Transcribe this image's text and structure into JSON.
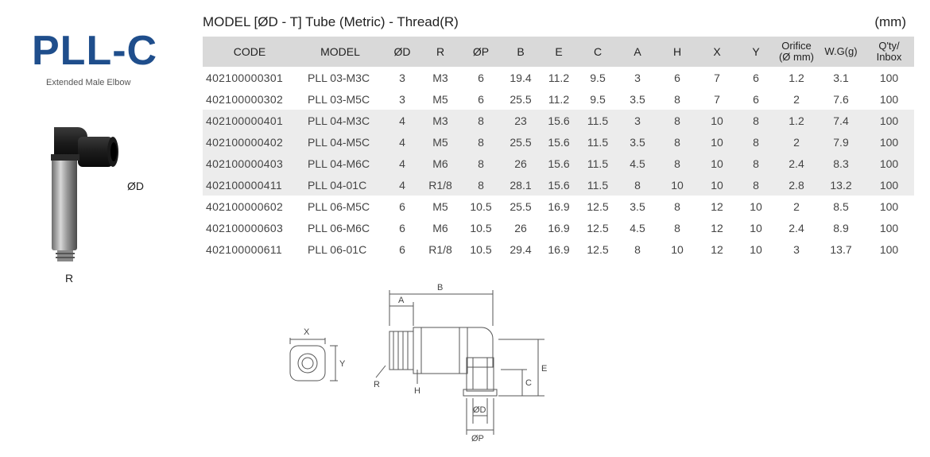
{
  "brand": {
    "title": "PLL-C",
    "subtitle": "Extended Male Elbow"
  },
  "photo_labels": {
    "od": "ØD",
    "r": "R"
  },
  "header": {
    "model_line": "MODEL [ØD - T]  Tube (Metric) - Thread(R)",
    "unit": "(mm)"
  },
  "table": {
    "columns": [
      "CODE",
      "MODEL",
      "ØD",
      "R",
      "ØP",
      "B",
      "E",
      "C",
      "A",
      "H",
      "X",
      "Y",
      "Orifice (Ø mm)",
      "W.G(g)",
      "Q'ty/ Inbox"
    ],
    "rows": [
      [
        "402100000301",
        "PLL 03-M3C",
        "3",
        "M3",
        "6",
        "19.4",
        "11.2",
        "9.5",
        "3",
        "6",
        "7",
        "6",
        "1.2",
        "3.1",
        "100"
      ],
      [
        "402100000302",
        "PLL 03-M5C",
        "3",
        "M5",
        "6",
        "25.5",
        "11.2",
        "9.5",
        "3.5",
        "8",
        "7",
        "6",
        "2",
        "7.6",
        "100"
      ],
      [
        "402100000401",
        "PLL 04-M3C",
        "4",
        "M3",
        "8",
        "23",
        "15.6",
        "11.5",
        "3",
        "8",
        "10",
        "8",
        "1.2",
        "7.4",
        "100"
      ],
      [
        "402100000402",
        "PLL 04-M5C",
        "4",
        "M5",
        "8",
        "25.5",
        "15.6",
        "11.5",
        "3.5",
        "8",
        "10",
        "8",
        "2",
        "7.9",
        "100"
      ],
      [
        "402100000403",
        "PLL 04-M6C",
        "4",
        "M6",
        "8",
        "26",
        "15.6",
        "11.5",
        "4.5",
        "8",
        "10",
        "8",
        "2.4",
        "8.3",
        "100"
      ],
      [
        "402100000411",
        "PLL 04-01C",
        "4",
        "R1/8",
        "8",
        "28.1",
        "15.6",
        "11.5",
        "8",
        "10",
        "10",
        "8",
        "2.8",
        "13.2",
        "100"
      ],
      [
        "402100000602",
        "PLL 06-M5C",
        "6",
        "M5",
        "10.5",
        "25.5",
        "16.9",
        "12.5",
        "3.5",
        "8",
        "12",
        "10",
        "2",
        "8.5",
        "100"
      ],
      [
        "402100000603",
        "PLL 06-M6C",
        "6",
        "M6",
        "10.5",
        "26",
        "16.9",
        "12.5",
        "4.5",
        "8",
        "12",
        "10",
        "2.4",
        "8.9",
        "100"
      ],
      [
        "402100000611",
        "PLL 06-01C",
        "6",
        "R1/8",
        "10.5",
        "29.4",
        "16.9",
        "12.5",
        "8",
        "10",
        "12",
        "10",
        "3",
        "13.7",
        "100"
      ]
    ]
  },
  "drawing_labels": {
    "x": "X",
    "y": "Y",
    "r": "R",
    "h": "H",
    "a": "A",
    "b": "B",
    "c": "C",
    "e": "E",
    "od": "ØD",
    "op": "ØP"
  },
  "colors": {
    "brand": "#1f4e8c",
    "header_bg": "#d9d9d9",
    "row_shade": "#ececec"
  }
}
